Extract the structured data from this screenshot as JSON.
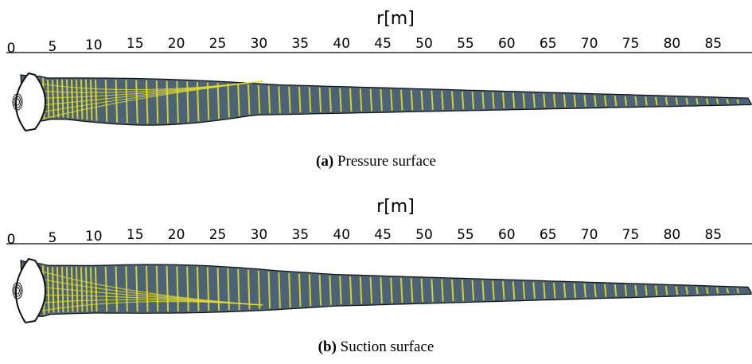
{
  "colors": {
    "blade": "#4c6277",
    "blade_dark": "#3f5264",
    "streak": "#e2dd2c",
    "outline": "#111111"
  },
  "panels": [
    {
      "axis_title": "r[m]",
      "ticks": [
        "0",
        "5",
        "10",
        "15",
        "20",
        "25",
        "30",
        "35",
        "40",
        "45",
        "50",
        "55",
        "60",
        "65",
        "70",
        "75",
        "80",
        "85"
      ],
      "caption_tag": "(a)",
      "caption_text": "Pressure surface",
      "surface": "pressure"
    },
    {
      "axis_title": "r[m]",
      "ticks": [
        "0",
        "5",
        "10",
        "15",
        "20",
        "25",
        "30",
        "35",
        "40",
        "45",
        "50",
        "55",
        "60",
        "65",
        "70",
        "75",
        "80",
        "85"
      ],
      "caption_tag": "(b)",
      "caption_text": "Suction surface",
      "surface": "suction"
    }
  ]
}
